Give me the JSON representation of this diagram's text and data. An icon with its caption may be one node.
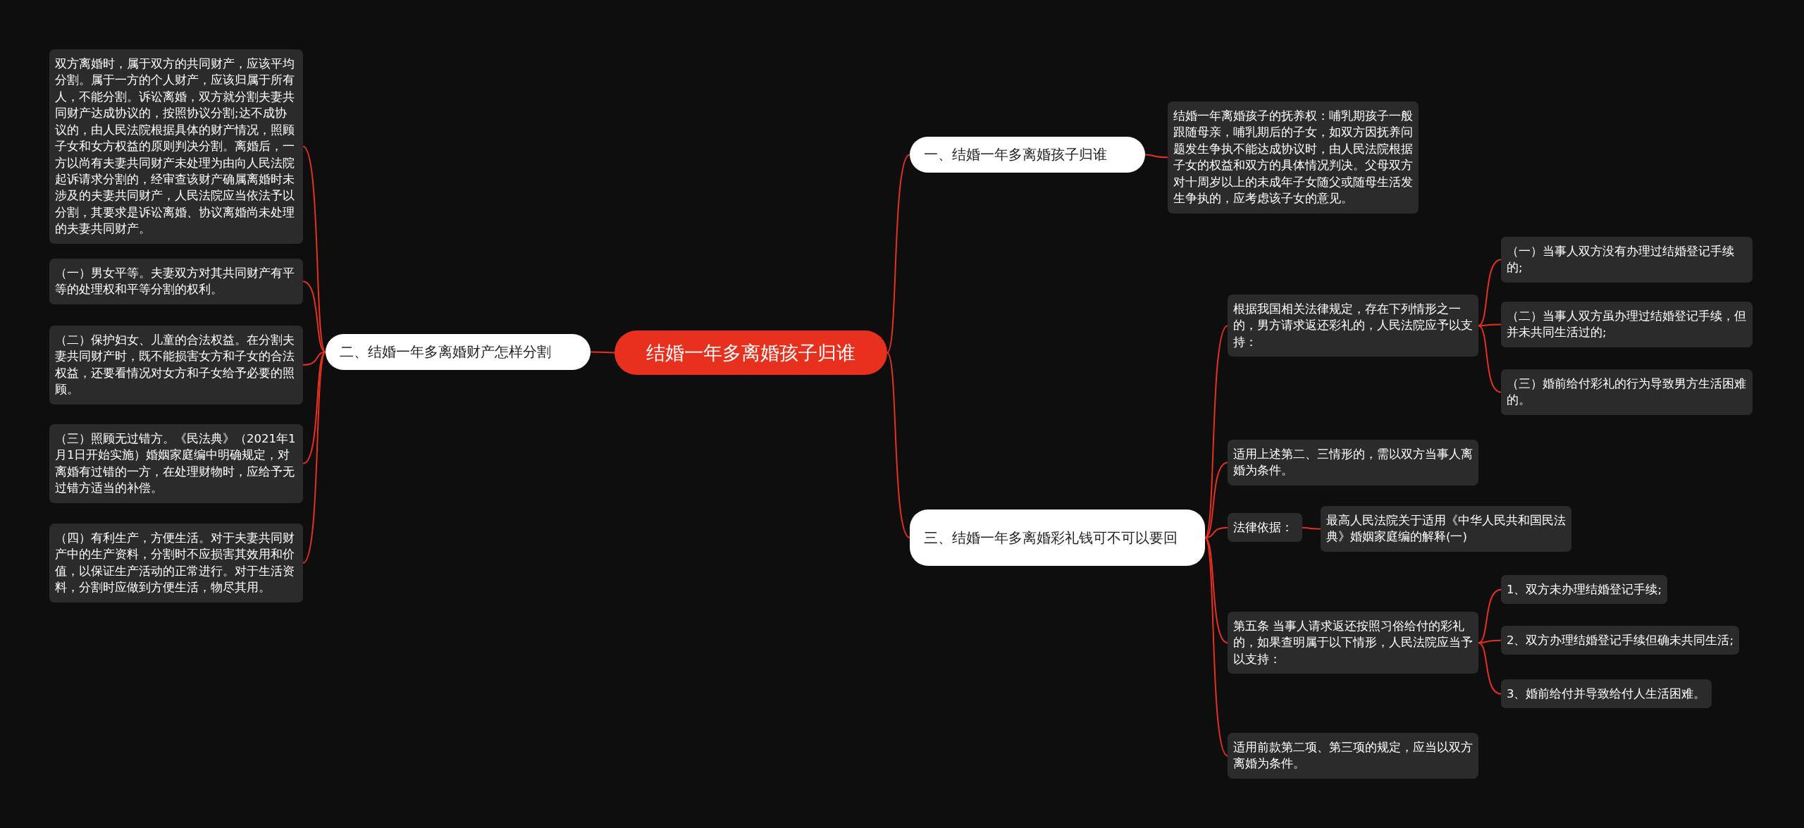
{
  "diagram": {
    "nodes": [
      {
        "text": [
          "结婚一年多离婚孩子归谁"
        ]
      },
      {
        "text": [
          "一、结婚一年多离婚孩子归谁"
        ]
      },
      {
        "text": [
          "结婚一年离婚孩子的抚养权：哺乳期孩子一般跟随母亲，哺乳期后的子女，如双方因抚养问题发生争执不能达成协议时，由人民法院根据子女的权益和双方的具体情况判决。父母双方对十周岁以上的未成年子女随父或随母生活发生争执的，应考虑该子女的意见。"
        ]
      },
      {
        "text": [
          "二、结婚一年多离婚财产怎样分割"
        ]
      },
      {
        "text": [
          "双方离婚时，属于双方的共同财产，应该平均分割。属于一方的个人财产，应该归属于所有人，不能分割。诉讼离婚，双方就分割夫妻共同财产达成协议的，按照协议分割;达不成协议的，由人民法院根据具体的财产情况，照顾子女和女方权益的原则判决分割。离婚后，一方以尚有夫妻共同财产未处理为由向人民法院起诉请求分割的，经审查该财产确属离婚时未涉及的夫妻共同财产，人民法院应当依法予以分割，其要求是诉讼离婚、协议离婚尚未处理的夫妻共同财产。"
        ]
      },
      {
        "text": [
          "（一）男女平等。夫妻双方对其共同财产有平等的处理权和平等分割的权利。"
        ]
      },
      {
        "text": [
          "（二）保护妇女、儿童的合法权益。在分割夫妻共同财产时，既不能损害女方和子女的合法权益，还要看情况对女方和子女给予必要的照顾。"
        ]
      },
      {
        "text": [
          "（三）照顾无过错方。《民法典》（2021年1月1日开始实施）婚姻家庭编中明确规定，对离婚有过错的一方，在处理财物时，应给予无过错方适当的补偿。"
        ]
      },
      {
        "text": [
          "（四）有利生产，方便生活。对于夫妻共同财产中的生产资料，分割时不应损害其效用和价值，以保证生产活动的正常进行。对于生活资料，分割时应做到方便生活，物尽其用。"
        ]
      },
      {
        "text": [
          "三、结婚一年多离婚彩礼钱可不可以要回"
        ]
      },
      {
        "text": [
          "根据我国相关法律规定，存在下列情形之一的，男方请求返还彩礼的，人民法院应予以支持："
        ]
      },
      {
        "text": [
          "（一）当事人双方没有办理过结婚登记手续的;"
        ]
      },
      {
        "text": [
          "（二）当事人双方虽办理过结婚登记手续，但并未共同生活过的;"
        ]
      },
      {
        "text": [
          "（三）婚前给付彩礼的行为导致男方生活困难的。"
        ]
      },
      {
        "text": [
          "适用上述第二、三情形的，需以双方当事人离婚为条件。"
        ]
      },
      {
        "text": [
          "法律依据："
        ]
      },
      {
        "text": [
          "最高人民法院关于适用《中华人民共和国民法典》婚姻家庭编的解释(一)"
        ]
      },
      {
        "text": [
          "第五条 当事人请求返还按照习俗给付的彩礼的，如果查明属于以下情形，人民法院应当予以支持："
        ]
      },
      {
        "text": [
          "1、双方未办理结婚登记手续;"
        ]
      },
      {
        "text": [
          "2、双方办理结婚登记手续但确未共同生活;"
        ]
      },
      {
        "text": [
          "3、婚前给付并导致给付人生活困难。"
        ]
      },
      {
        "text": [
          "适用前款第二项、第三项的规定，应当以双方离婚为条件。"
        ]
      }
    ],
    "edges": [
      {
        "from": 0,
        "to": 1,
        "arrow": "none"
      },
      {
        "from": 1,
        "to": 2,
        "arrow": "none"
      },
      {
        "from": 0,
        "to": 3,
        "arrow": "none"
      },
      {
        "from": 3,
        "to": 4,
        "arrow": "none"
      },
      {
        "from": 3,
        "to": 5,
        "arrow": "none"
      },
      {
        "from": 3,
        "to": 6,
        "arrow": "none"
      },
      {
        "from": 3,
        "to": 7,
        "arrow": "none"
      },
      {
        "from": 3,
        "to": 8,
        "arrow": "none"
      },
      {
        "from": 0,
        "to": 9,
        "arrow": "none"
      },
      {
        "from": 9,
        "to": 10,
        "arrow": "none"
      },
      {
        "from": 10,
        "to": 11,
        "arrow": "none"
      },
      {
        "from": 10,
        "to": 12,
        "arrow": "none"
      },
      {
        "from": 10,
        "to": 13,
        "arrow": "none"
      },
      {
        "from": 9,
        "to": 14,
        "arrow": "none"
      },
      {
        "from": 9,
        "to": 15,
        "arrow": "none"
      },
      {
        "from": 15,
        "to": 16,
        "arrow": "none"
      },
      {
        "from": 9,
        "to": 17,
        "arrow": "none"
      },
      {
        "from": 17,
        "to": 18,
        "arrow": "none"
      },
      {
        "from": 17,
        "to": 19,
        "arrow": "none"
      },
      {
        "from": 17,
        "to": 20,
        "arrow": "none"
      },
      {
        "from": 9,
        "to": 21,
        "arrow": "none"
      }
    ]
  }
}
